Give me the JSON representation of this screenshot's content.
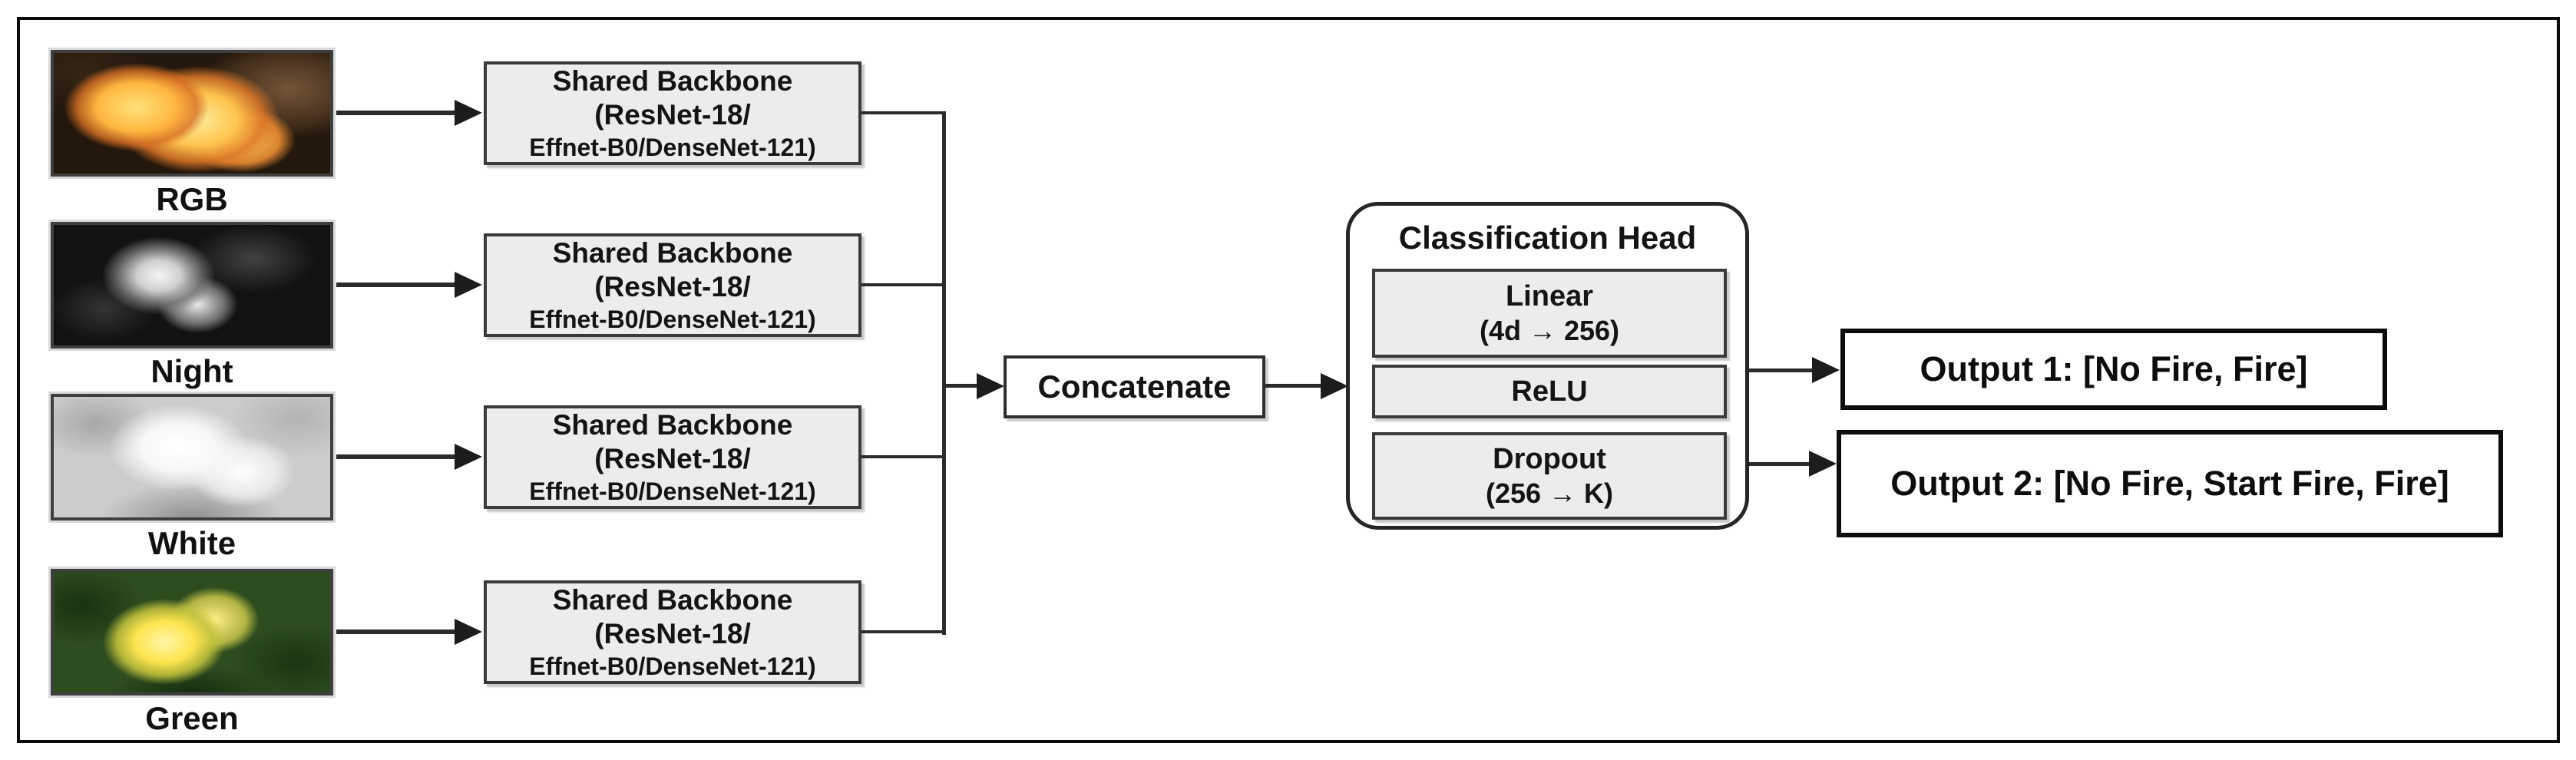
{
  "figure": {
    "inputs": [
      {
        "label": "RGB",
        "image": "rgb-fire-photo"
      },
      {
        "label": "Night",
        "image": "night-fire-photo"
      },
      {
        "label": "White",
        "image": "white-fire-photo"
      },
      {
        "label": "Green",
        "image": "green-fire-photo"
      }
    ],
    "backbone_box": {
      "line1": "Shared Backbone",
      "line2": "(ResNet-18/",
      "line3": "Effnet-B0/DenseNet-121)"
    },
    "concatenate": {
      "label": "Concatenate"
    },
    "classification_head": {
      "title": "Classification Head",
      "layers": [
        {
          "name": "Linear",
          "detail": "(4d → 256)"
        },
        {
          "name": "ReLU",
          "detail": ""
        },
        {
          "name": "Dropout",
          "detail": "(256 → K)"
        }
      ]
    },
    "outputs": [
      {
        "label": "Output 1: [No Fire, Fire]"
      },
      {
        "label": "Output 2: [No Fire, Start Fire, Fire]"
      }
    ],
    "colors": {
      "background": "#ffffff",
      "outer_border": "#0a0a0a",
      "process_box_fill": "#ececec",
      "process_box_border": "#3a3a3a",
      "connector_line": "#2b2b2b",
      "text": "#141414"
    }
  }
}
